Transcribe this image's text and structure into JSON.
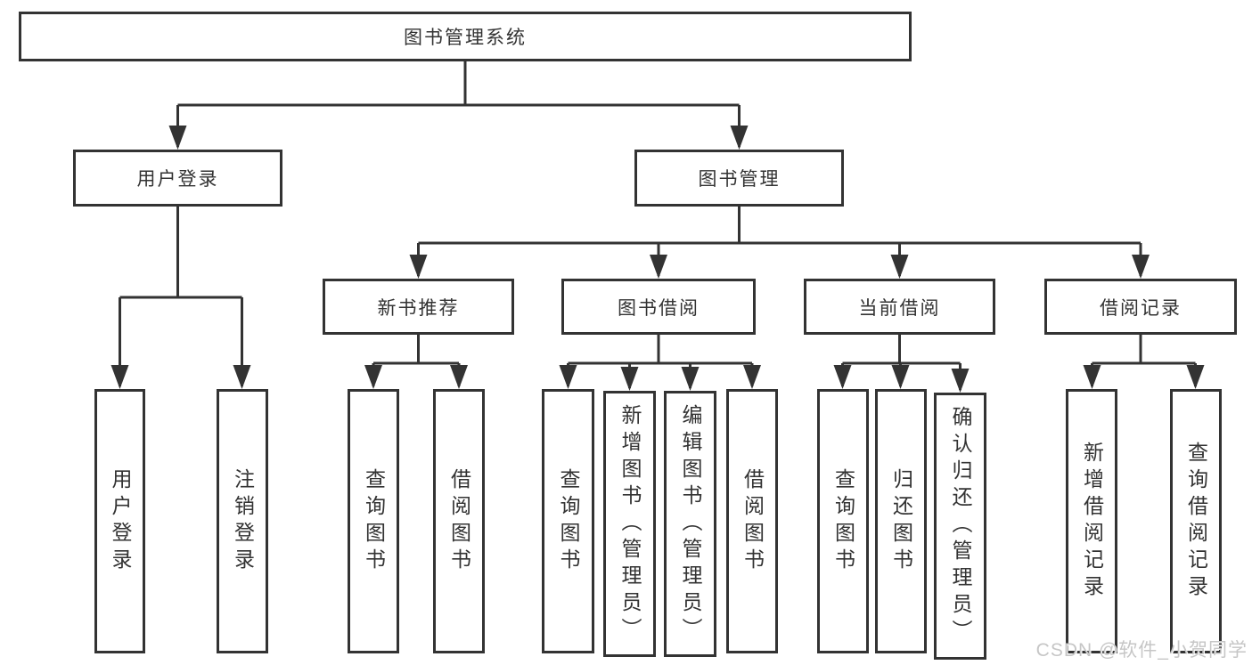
{
  "diagram": {
    "type": "hierarchy-tree",
    "watermark": "CSDN @软件_小贺同学",
    "colors": {
      "line": "#333333",
      "border": "#333333",
      "text": "#333333",
      "node_background": "#ffffff",
      "page_background": "#ffffff",
      "watermark": "#c6c6c6"
    },
    "root": {
      "label": "图书管理系统",
      "children": [
        {
          "label": "用户登录",
          "children": [
            {
              "label": "用户登录"
            },
            {
              "label": "注销登录"
            }
          ]
        },
        {
          "label": "图书管理",
          "children": [
            {
              "label": "新书推荐",
              "children": [
                {
                  "label": "查询图书"
                },
                {
                  "label": "借阅图书"
                }
              ]
            },
            {
              "label": "图书借阅",
              "children": [
                {
                  "label": "查询图书"
                },
                {
                  "label": "新增图书（管理员）"
                },
                {
                  "label": "编辑图书（管理员）"
                },
                {
                  "label": "借阅图书"
                }
              ]
            },
            {
              "label": "当前借阅",
              "children": [
                {
                  "label": "查询图书"
                },
                {
                  "label": "归还图书"
                },
                {
                  "label": "确认归还（管理员）"
                }
              ]
            },
            {
              "label": "借阅记录",
              "children": [
                {
                  "label": "新增借阅记录"
                },
                {
                  "label": "查询借阅记录"
                }
              ]
            }
          ]
        }
      ]
    }
  }
}
